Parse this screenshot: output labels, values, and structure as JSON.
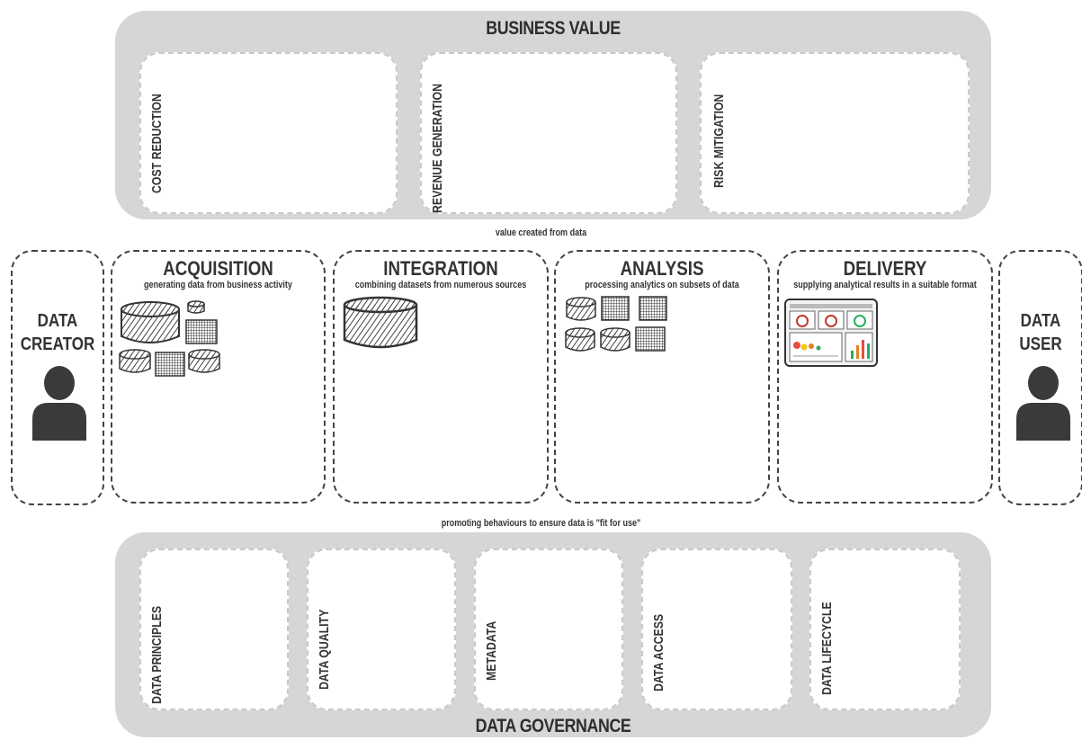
{
  "business_value": {
    "title": "BUSINESS VALUE",
    "items": [
      "COST REDUCTION",
      "REVENUE GENERATION",
      "RISK MITIGATION"
    ],
    "caption": "value created from data"
  },
  "actors": {
    "creator": "DATA\nCREATOR",
    "user": "DATA\nUSER",
    "icon": "person-icon"
  },
  "stages": [
    {
      "title": "ACQUISITION",
      "subtitle": "generating data from business activity"
    },
    {
      "title": "INTEGRATION",
      "subtitle": "combining datasets from numerous sources"
    },
    {
      "title": "ANALYSIS",
      "subtitle": "processing analytics on subsets of data"
    },
    {
      "title": "DELIVERY",
      "subtitle": "supplying analytical results in a suitable format"
    }
  ],
  "data_governance": {
    "title": "DATA GOVERNANCE",
    "caption": "promoting behaviours to ensure data is \"fit for use\"",
    "items": [
      "DATA PRINCIPLES",
      "DATA QUALITY",
      "METADATA",
      "DATA ACCESS",
      "DATA LIFECYCLE"
    ]
  }
}
